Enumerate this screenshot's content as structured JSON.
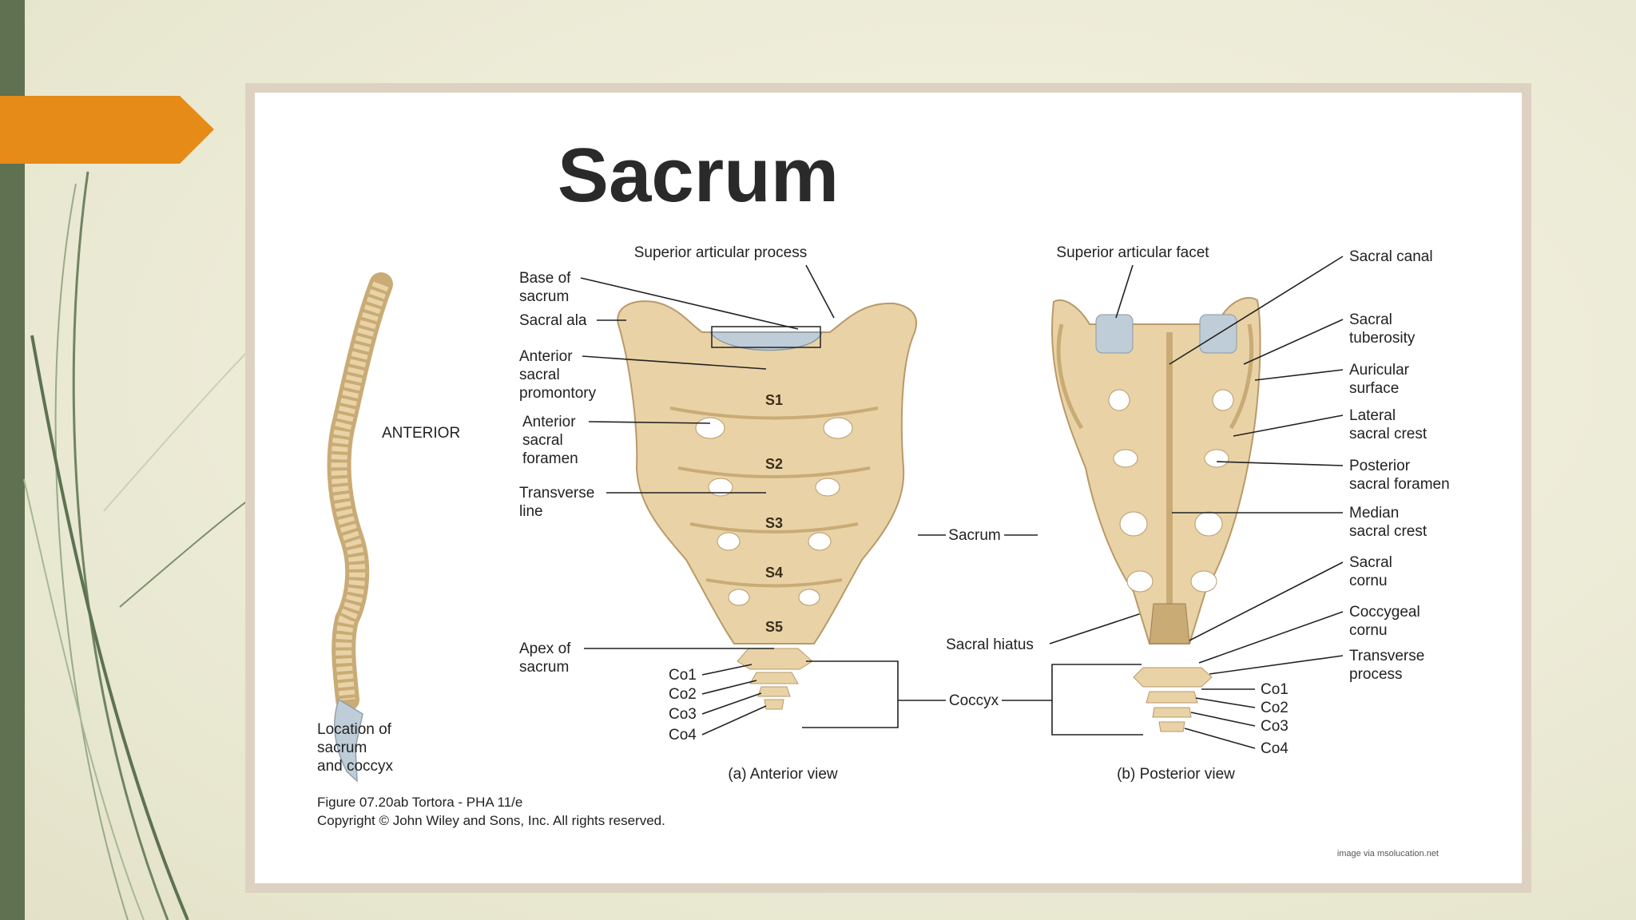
{
  "title": "Sacrum",
  "spine_panel": {
    "anterior_label": "ANTERIOR",
    "caption": [
      "Location of",
      "sacrum",
      "and coccyx"
    ]
  },
  "anterior_view": {
    "caption": "(a) Anterior view",
    "labels": {
      "superior_articular_process": "Superior articular process",
      "base_of_sacrum": [
        "Base of",
        "sacrum"
      ],
      "sacral_ala": "Sacral ala",
      "anterior_sacral_promontory": [
        "Anterior",
        "sacral",
        "promontory"
      ],
      "anterior_sacral_foramen": [
        "Anterior",
        "sacral",
        "foramen"
      ],
      "transverse_line": [
        "Transverse",
        "line"
      ],
      "apex_of_sacrum": [
        "Apex of",
        "sacrum"
      ],
      "coccygeal": [
        "Co1",
        "Co2",
        "Co3",
        "Co4"
      ]
    },
    "segments": [
      "S1",
      "S2",
      "S3",
      "S4",
      "S5"
    ]
  },
  "center_labels": {
    "sacrum": "Sacrum",
    "coccyx": "Coccyx",
    "sacral_hiatus": "Sacral hiatus"
  },
  "posterior_view": {
    "caption": "(b) Posterior view",
    "labels": {
      "superior_articular_facet": "Superior articular facet",
      "sacral_canal": "Sacral canal",
      "sacral_tuberosity": [
        "Sacral",
        "tuberosity"
      ],
      "auricular_surface": [
        "Auricular",
        "surface"
      ],
      "lateral_sacral_crest": [
        "Lateral",
        "sacral crest"
      ],
      "posterior_sacral_foramen": [
        "Posterior",
        "sacral foramen"
      ],
      "median_sacral_crest": [
        "Median",
        "sacral crest"
      ],
      "sacral_cornu": [
        "Sacral",
        "cornu"
      ],
      "coccygeal_cornu": [
        "Coccygeal",
        "cornu"
      ],
      "transverse_process": [
        "Transverse",
        "process"
      ],
      "coccygeal": [
        "Co1",
        "Co2",
        "Co3",
        "Co4"
      ]
    }
  },
  "figure_credit": "Figure 07.20ab  Tortora - PHA 11/e",
  "copyright": "Copyright © John Wiley and Sons, Inc. All rights reserved.",
  "watermark": "image via msolucation.net",
  "colors": {
    "bone": "#e9d3a6",
    "bone_shadow": "#c9ab76",
    "cartilage": "#bfcdd8",
    "accent_arrow": "#e68a18",
    "side_bar": "#5f7150"
  }
}
